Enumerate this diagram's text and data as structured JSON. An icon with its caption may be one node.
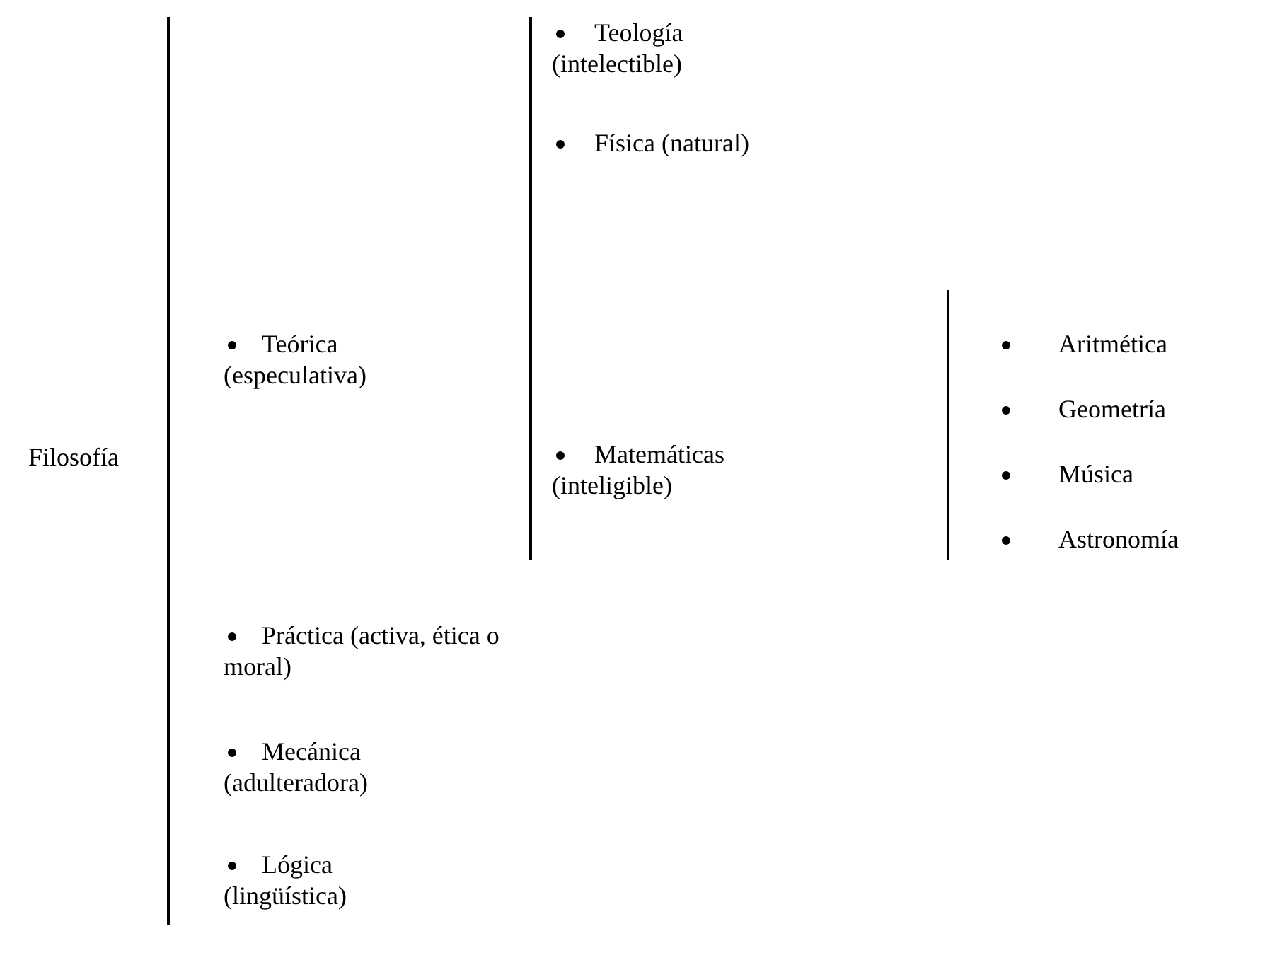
{
  "diagram": {
    "labels": [
      "Filosofía",
      "Teórica (especulativa)",
      "Teología (intelectible)",
      "Física (natural)",
      "Matemáticas (inteligible)",
      "Aritmética",
      "Geometría",
      "Música",
      "Astronomía",
      "Práctica (activa, ética o moral)",
      "Mecánica (adulteradora)",
      "Lógica (lingüística)"
    ]
  }
}
